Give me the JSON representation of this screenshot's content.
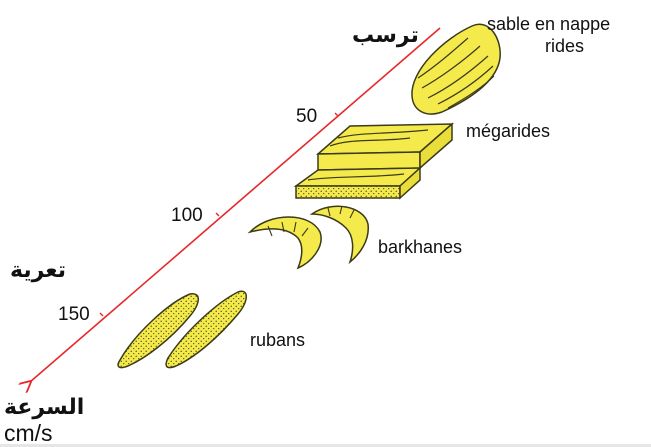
{
  "axis": {
    "top_label": "ترسب",
    "middle_label": "تعرية",
    "bottom_label": "السرعة",
    "unit": "cm/s",
    "ticks": [
      "50",
      "100",
      "150"
    ],
    "arrow_color": "#e8272a"
  },
  "bedforms": {
    "sheet_sand": "sable en nappe",
    "ripples": "rides",
    "megaripples": "mégarides",
    "barchans": "barkhanes",
    "ribbons": "rubans"
  },
  "colors": {
    "shape_fill": "#f4ea4c",
    "outline": "#3b3a1a"
  }
}
